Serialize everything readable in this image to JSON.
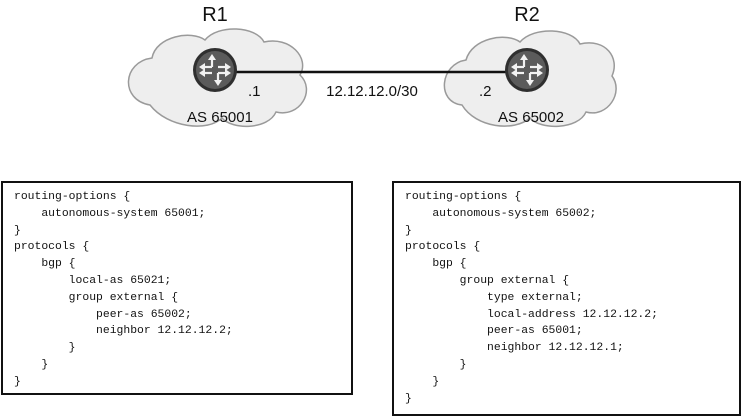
{
  "topology": {
    "r1": {
      "name": "R1",
      "interface": ".1",
      "as_label": "AS 65001"
    },
    "r2": {
      "name": "R2",
      "interface": ".2",
      "as_label": "AS 65002"
    },
    "link": {
      "subnet": "12.12.12.0/30"
    },
    "colors": {
      "cloud_fill": "#eeeeee",
      "cloud_stroke": "#9a9a9a",
      "router_body": "#5b5b5b",
      "router_ring": "#2f2f2f",
      "router_arrows": "#f2f2f2",
      "link": "#111111"
    }
  },
  "config_r1": {
    "lines": [
      "routing-options {",
      "    autonomous-system 65001;",
      "}",
      "protocols {",
      "    bgp {",
      "        local-as 65021;",
      "        group external {",
      "            peer-as 65002;",
      "            neighbor 12.12.12.2;",
      "        }",
      "    }",
      "}"
    ]
  },
  "config_r2": {
    "lines": [
      "routing-options {",
      "    autonomous-system 65002;",
      "}",
      "protocols {",
      "    bgp {",
      "        group external {",
      "            type external;",
      "            local-address 12.12.12.2;",
      "            peer-as 65001;",
      "            neighbor 12.12.12.1;",
      "        }",
      "    }",
      "}"
    ]
  }
}
